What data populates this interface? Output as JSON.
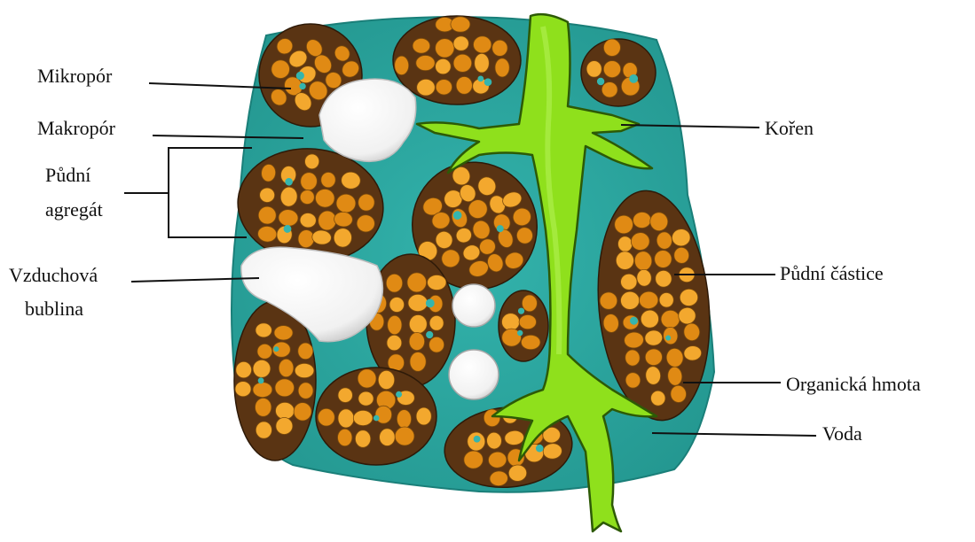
{
  "labels": {
    "mikropor": "Mikropór",
    "makropor": "Makropór",
    "pudni_agregat_line1": "Půdní",
    "pudni_agregat_line2": "agregát",
    "vzduchova_bublina_line1": "Vzduchová",
    "vzduchova_bublina_line2": "bublina",
    "koren": "Kořen",
    "pudni_castice": "Půdní částice",
    "organicka_hmota": "Organická hmota",
    "voda": "Voda"
  },
  "colors": {
    "water": "#35b5ae",
    "water_dark": "#1f8f8a",
    "aggregate_matter": "#5a3413",
    "particle": "#e08a14",
    "particle_highlight": "#f3a82e",
    "root": "#8fe01c",
    "root_outline": "#2d5a06",
    "air": "#ffffff"
  }
}
